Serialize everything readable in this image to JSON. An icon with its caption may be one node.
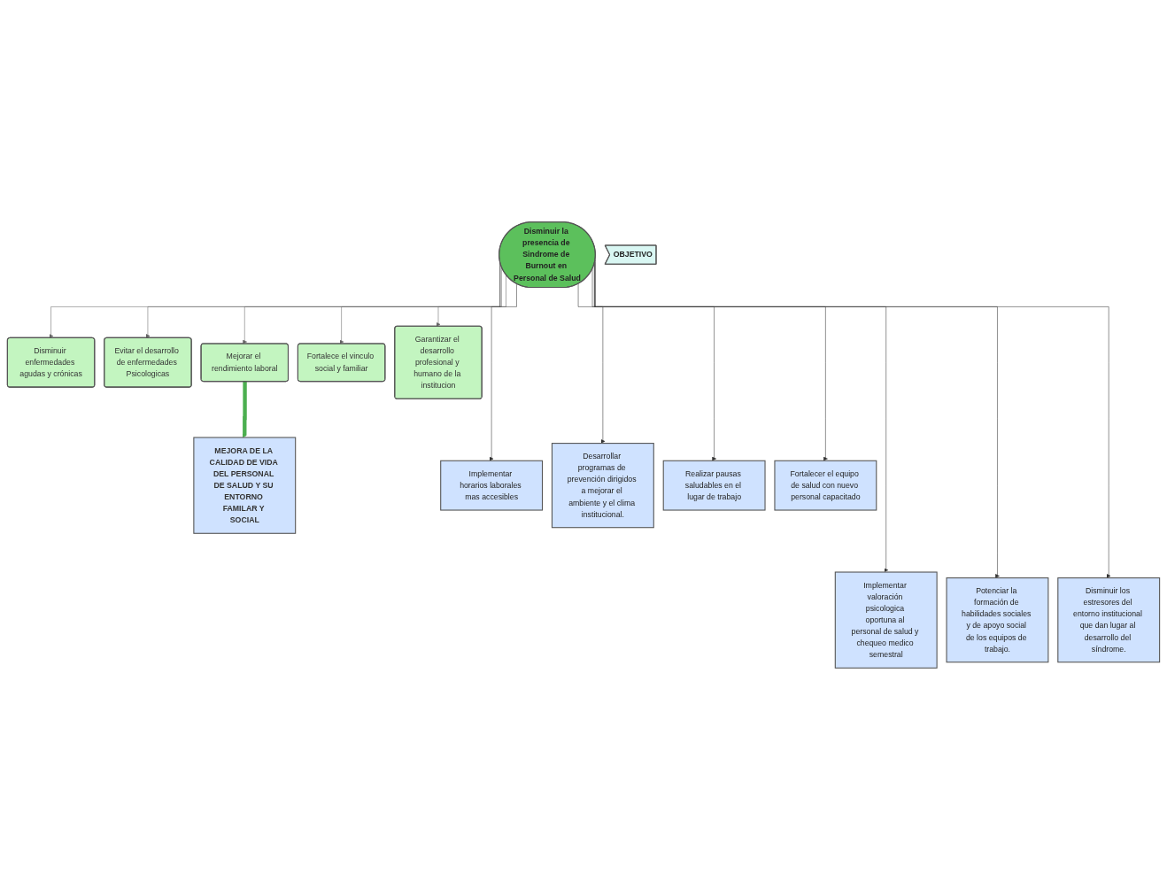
{
  "diagram": {
    "nodes": [
      {
        "text": [
          "MEJORA DE LA CALIDAD DE VIDA DEL PERSONAL DE SALUD Y SU ENTORNO FAMILAR Y SOCIAL"
        ]
      },
      {
        "text": [
          "Disminuir enfermedades agudas y crónicas"
        ]
      },
      {
        "text": [
          "Evitar el desarrollo de enfermedades Psicologicas"
        ]
      },
      {
        "text": [
          "Mejorar el rendimiento laboral"
        ]
      },
      {
        "text": [
          "Fortalece el vinculo social y familiar"
        ]
      },
      {
        "text": [
          "Garantizar el desarrollo profesional y humano de la institucion"
        ]
      },
      {
        "text": [
          "Disminuir la presencia de Sindrome de Burnout en Personal de Salud"
        ]
      },
      {
        "text": [
          "OBJETIVO"
        ]
      },
      {
        "text": [
          "Implementar horarios laborales mas accesibles"
        ]
      },
      {
        "text": [
          "Desarrollar programas de prevención dirigidos a mejorar el ambiente y el clima institucional."
        ]
      },
      {
        "text": [
          "Realizar pausas saludables en el lugar de trabajo"
        ]
      },
      {
        "text": [
          "Fortalecer el equipo de salud con nuevo personal capacitado"
        ]
      },
      {
        "text": [
          "Implementar valoración psicologica oportuna al personal de salud y chequeo medico semestral"
        ]
      },
      {
        "text": [
          "Potenciar la formación de habilidades sociales y de apoyo social de los equipos de trabajo."
        ]
      },
      {
        "text": [
          "Disminuir los estresores del entorno institucional que dan lugar al desarrollo del síndrome."
        ]
      }
    ],
    "edges": [
      {
        "from": 3,
        "to": 0,
        "arrow": "to",
        "style": "thick",
        "color": "#4caf50"
      },
      {
        "from": 6,
        "to": 1,
        "arrow": "to",
        "color": "#666666"
      },
      {
        "from": 6,
        "to": 2,
        "arrow": "to",
        "color": "#666666"
      },
      {
        "from": 6,
        "to": 3,
        "arrow": "to",
        "color": "#666666"
      },
      {
        "from": 6,
        "to": 4,
        "arrow": "to",
        "color": "#666666"
      },
      {
        "from": 6,
        "to": 5,
        "arrow": "to",
        "color": "#666666"
      },
      {
        "from": 6,
        "to": 8,
        "arrow": "to"
      },
      {
        "from": 6,
        "to": 9,
        "arrow": "to"
      },
      {
        "from": 6,
        "to": 10,
        "arrow": "to"
      },
      {
        "from": 6,
        "to": 11,
        "arrow": "to"
      },
      {
        "from": 6,
        "to": 12,
        "arrow": "to"
      },
      {
        "from": 6,
        "to": 13,
        "arrow": "to"
      },
      {
        "from": 6,
        "to": 14,
        "arrow": "to"
      }
    ]
  }
}
